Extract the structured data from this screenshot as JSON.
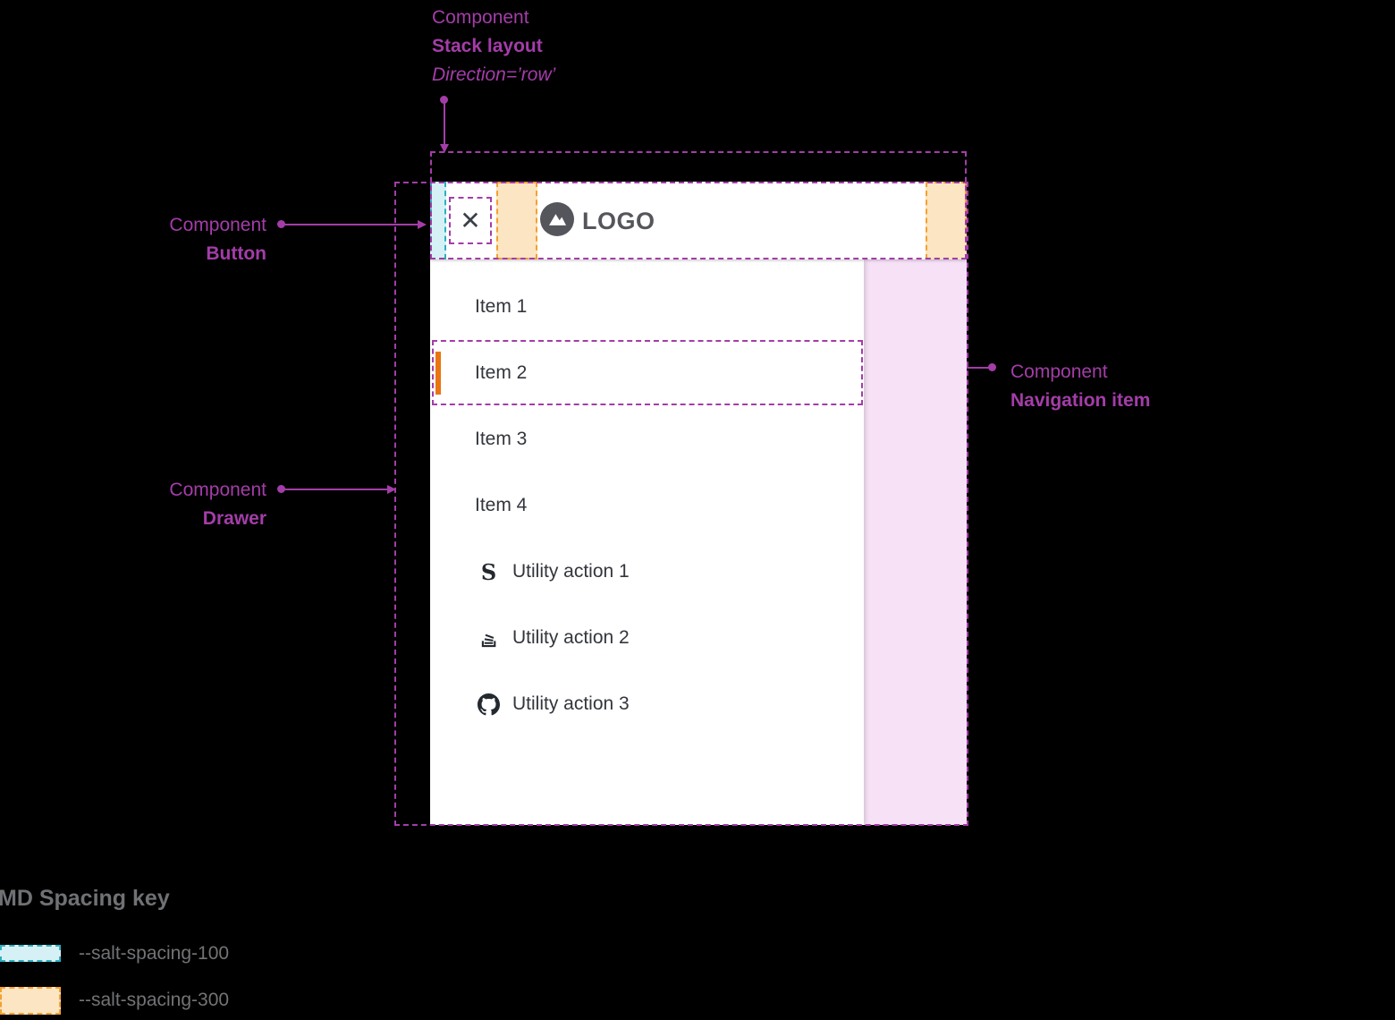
{
  "colors": {
    "background": "#000000",
    "annotation": "#a33da8",
    "accent_orange": "#e87511",
    "spacing100_border": "#2bb0be",
    "spacing100_fill": "#d6f1f5",
    "spacing300_border": "#f4a12f",
    "spacing300_fill": "#fbe5c2",
    "backdrop_pink": "#f6e1f6",
    "drawer_bg": "#ffffff",
    "text_dark": "#33363c",
    "legend_text": "#717376"
  },
  "annotations": {
    "stack_layout": {
      "line1": "Component",
      "line2": "Stack layout",
      "line3": "Direction=’row’"
    },
    "button": {
      "line1": "Component",
      "line2": "Button"
    },
    "drawer": {
      "line1": "Component",
      "line2": "Drawer"
    },
    "navigation_item": {
      "line1": "Component",
      "line2": "Navigation item"
    }
  },
  "header": {
    "close_icon_glyph": "✕",
    "logo_text": "LOGO"
  },
  "nav": {
    "items": [
      {
        "label": "Item 1",
        "selected": false
      },
      {
        "label": "Item 2",
        "selected": true
      },
      {
        "label": "Item 3",
        "selected": false
      },
      {
        "label": "Item 4",
        "selected": false
      }
    ],
    "utilities": [
      {
        "label": "Utility action 1",
        "icon": "letter-s-icon",
        "glyph": "S"
      },
      {
        "label": "Utility action 2",
        "icon": "stack-lines-icon"
      },
      {
        "label": "Utility action 3",
        "icon": "github-icon"
      }
    ]
  },
  "legend": {
    "title": "MD Spacing key",
    "items": [
      {
        "label": "--salt-spacing-100",
        "token": "spacing-100"
      },
      {
        "label": "--salt-spacing-300",
        "token": "spacing-300"
      }
    ]
  }
}
